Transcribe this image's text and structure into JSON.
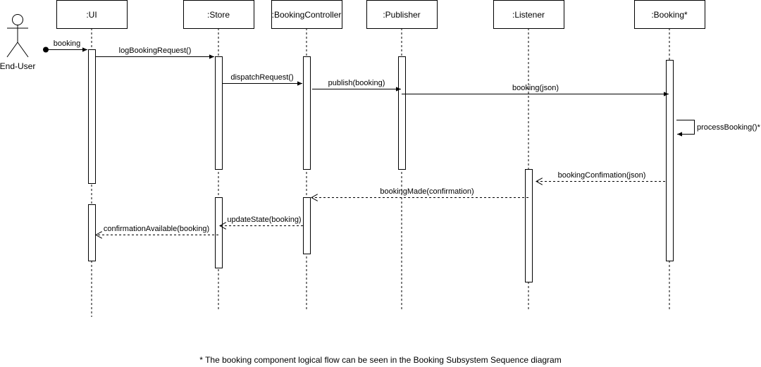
{
  "participants": [
    {
      "id": "ui",
      "label": ":UI"
    },
    {
      "id": "store",
      "label": ":Store"
    },
    {
      "id": "controller",
      "label": ":BookingController"
    },
    {
      "id": "publisher",
      "label": ":Publisher"
    },
    {
      "id": "listener",
      "label": ":Listener"
    },
    {
      "id": "booking",
      "label": ":Booking*"
    }
  ],
  "actor": {
    "label": "End-User"
  },
  "messages": [
    {
      "id": "booking",
      "label": "booking",
      "type": "found"
    },
    {
      "id": "logBookingRequest",
      "label": "logBookingRequest()",
      "from": "ui",
      "to": "store",
      "type": "sync"
    },
    {
      "id": "dispatchRequest",
      "label": "dispatchRequest()",
      "from": "store",
      "to": "controller",
      "type": "sync"
    },
    {
      "id": "publish",
      "label": "publish(booking)",
      "from": "controller",
      "to": "publisher",
      "type": "sync"
    },
    {
      "id": "bookingJson",
      "label": "booking(json)",
      "from": "publisher",
      "to": "booking",
      "type": "sync"
    },
    {
      "id": "processBooking",
      "label": "processBooking()*",
      "from": "booking",
      "to": "booking",
      "type": "self"
    },
    {
      "id": "bookingConfimation",
      "label": "bookingConfimation(json)",
      "from": "booking",
      "to": "listener",
      "type": "return"
    },
    {
      "id": "bookingMade",
      "label": "bookingMade(confirmation)",
      "from": "listener",
      "to": "controller",
      "type": "return"
    },
    {
      "id": "updateState",
      "label": "updateState(booking)",
      "from": "controller",
      "to": "store",
      "type": "return"
    },
    {
      "id": "confirmationAvailable",
      "label": "confirmationAvailable(booking)",
      "from": "store",
      "to": "ui",
      "type": "return"
    }
  ],
  "footnote": "* The booking component logical flow can be seen in the Booking Subsystem Sequence diagram"
}
